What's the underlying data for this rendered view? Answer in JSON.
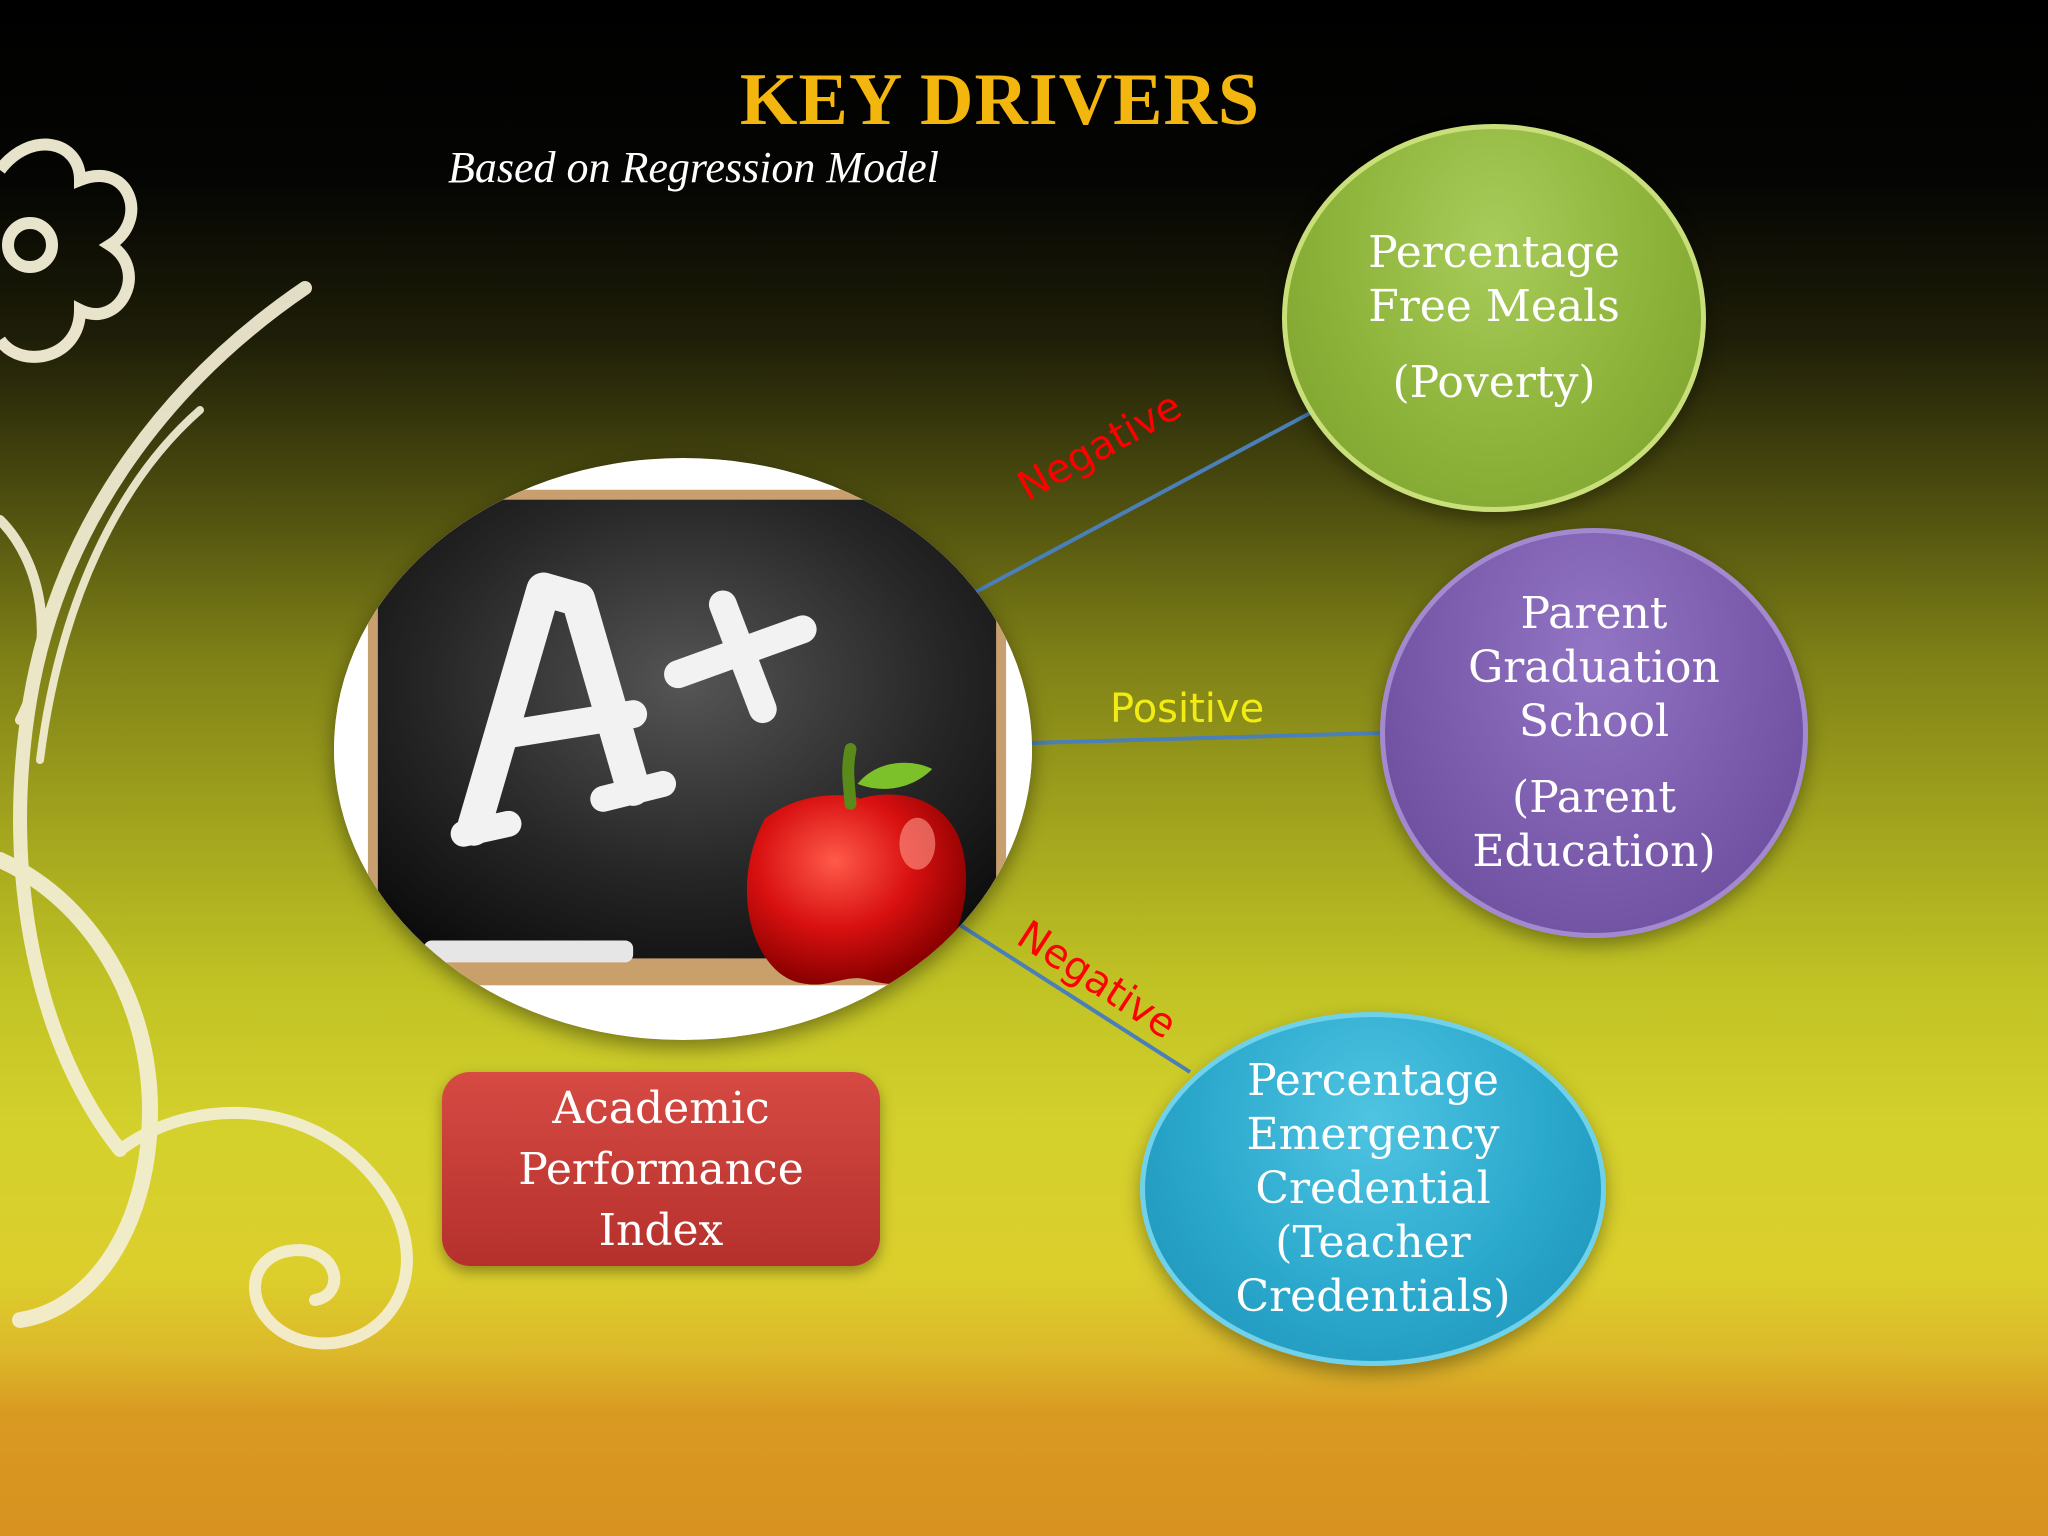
{
  "slide": {
    "title": "KEY DRIVERS",
    "subtitle": "Based on Regression Model"
  },
  "center": {
    "image_icon": "chalkboard-a-plus-apple-icon",
    "outcome_lines": [
      "Academic",
      "Performance",
      "Index"
    ]
  },
  "drivers": [
    {
      "lines": [
        "Percentage",
        "Free Meals"
      ],
      "paren_lines": [
        "(Poverty)"
      ],
      "relation": "Negative"
    },
    {
      "lines": [
        "Parent",
        "Graduation",
        "School"
      ],
      "paren_lines": [
        "(Parent",
        "Education)"
      ],
      "relation": "Positive"
    },
    {
      "lines": [
        "Percentage",
        "Emergency",
        "Credential",
        "(Teacher",
        "Credentials)"
      ],
      "paren_lines": [],
      "relation": "Negative"
    }
  ],
  "colors": {
    "title": "#f3b60e",
    "negative": "#ff0000",
    "positive": "#f2ec13",
    "connector": "#4a7fb8",
    "poverty_node": "#8db33a",
    "parent_node": "#7a5aab",
    "teacher_node": "#2aa8cc",
    "outcome_box": "#c43a35"
  }
}
